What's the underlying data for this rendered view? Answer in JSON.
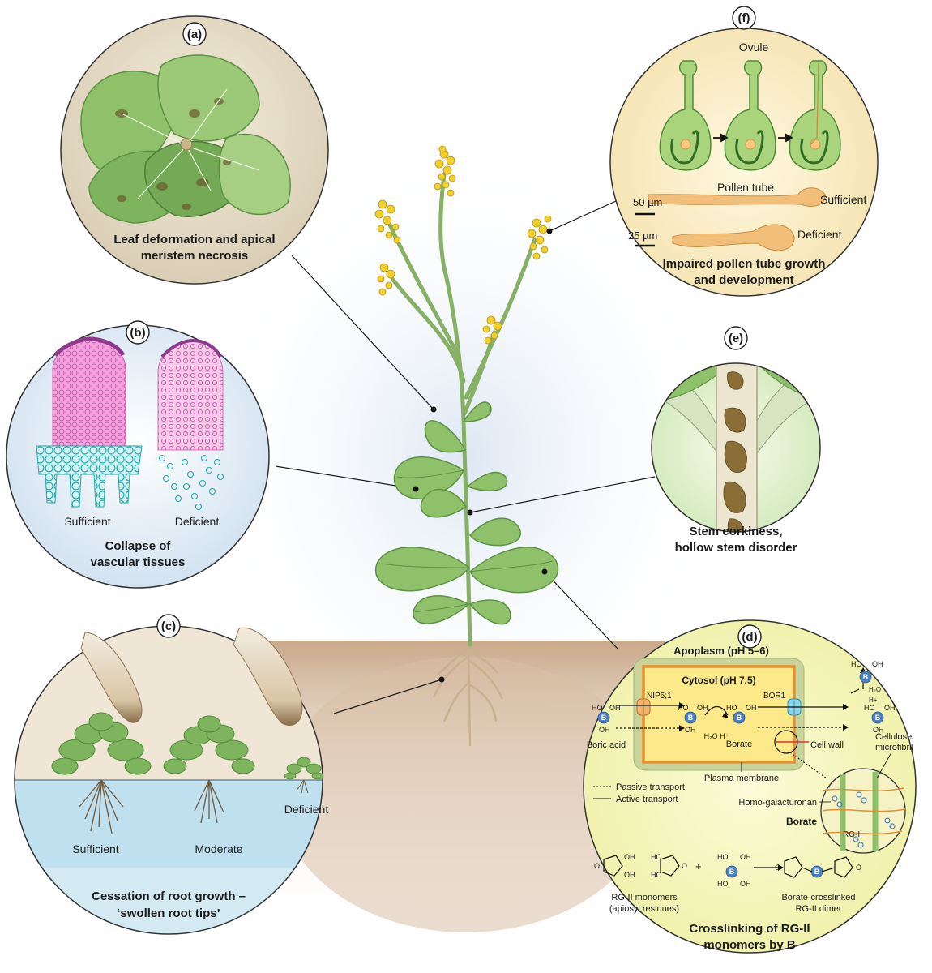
{
  "panels": {
    "a": {
      "letter": "(a)",
      "caption": [
        "Leaf deformation and apical",
        "meristem necrosis"
      ]
    },
    "b": {
      "letter": "(b)",
      "label_left": "Sufficient",
      "label_right": "Deficient",
      "caption": [
        "Collapse of",
        "vascular tissues"
      ]
    },
    "c": {
      "letter": "(c)",
      "label_sufficient": "Sufficient",
      "label_moderate": "Moderate",
      "label_deficient": "Deficient",
      "caption": [
        "Cessation of root growth –",
        "‘swollen root tips’"
      ]
    },
    "d": {
      "letter": "(d)",
      "apoplasm": "Apoplasm (pH 5–6)",
      "cytosol": "Cytosol (pH 7.5)",
      "nip": "NIP5;1",
      "bor": "BOR1",
      "boric_acid": "Boric acid",
      "borate": "Borate",
      "water": "H₂O H⁺",
      "water_right": "H₂O",
      "proton_right": "H+",
      "cell_wall": "Cell wall",
      "plasma_membrane": "Plasma membrane",
      "cellulose": [
        "Cellulose",
        "microfibril"
      ],
      "homo": "Homo-galacturonan",
      "borate_bold": "Borate",
      "rgii": "RG-II",
      "passive": "Passive transport",
      "active": "Active transport",
      "b_symbol": "B",
      "ho": "HO",
      "oh": "OH",
      "o": "O",
      "plus": "+",
      "monomers": [
        "RG-II monomers",
        "(apiosyl residues)"
      ],
      "dimer": [
        "Borate-crosslinked",
        "RG-II dimer"
      ],
      "caption": [
        "Crosslinking of RG-II",
        "monomers by B"
      ]
    },
    "e": {
      "letter": "(e)",
      "caption": [
        "Stem corkiness,",
        "hollow stem disorder"
      ]
    },
    "f": {
      "letter": "(f)",
      "ovule": "Ovule",
      "pollen_tube": "Pollen tube",
      "sufficient": "Sufficient",
      "deficient": "Deficient",
      "scale_50": "50 µm",
      "scale_25": "25 µm",
      "caption": [
        "Impaired pollen tube growth",
        "and development"
      ]
    }
  },
  "colors": {
    "leaf_green": "#8fc06a",
    "leaf_dark": "#5d9144",
    "meristem_pink": "#e48bd0",
    "vascular_cyan": "#4dc6c6",
    "flower_yellow": "#f2d02a",
    "soil": "#c9a98a",
    "water_blue": "#b9dceb",
    "boron_blue": "#4b7fc0",
    "cytosol_yellow": "#fbe98a",
    "membrane_orange": "#e9902e"
  }
}
